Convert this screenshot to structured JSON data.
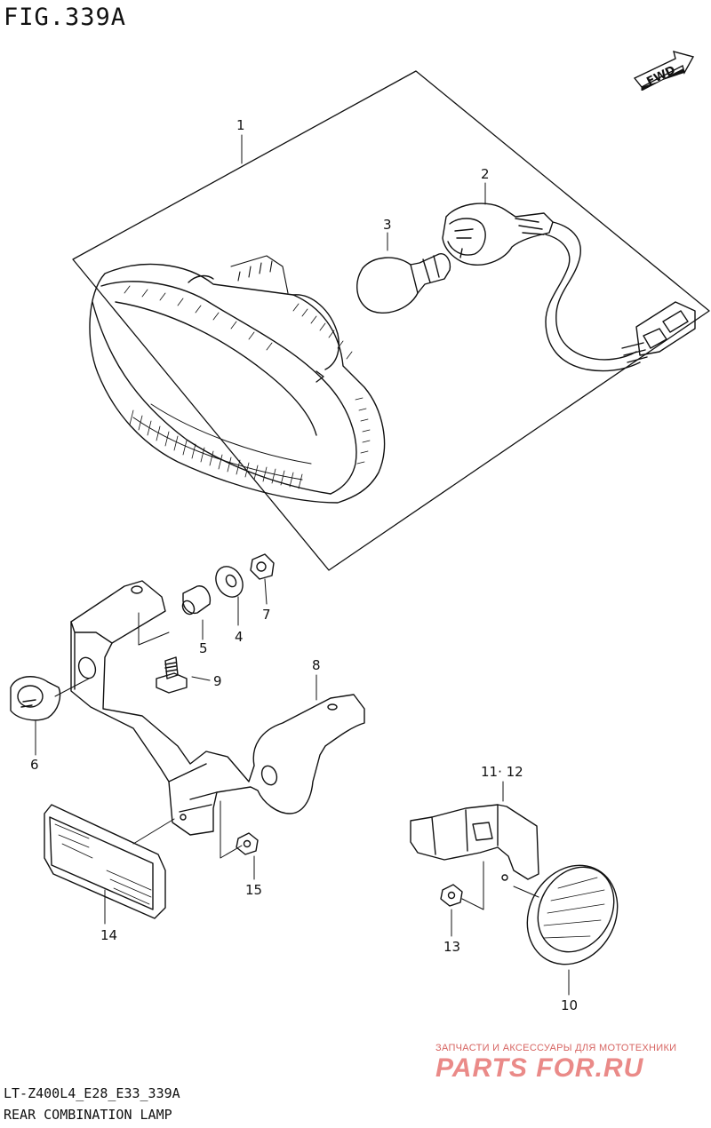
{
  "figure": {
    "title": "FIG.339A"
  },
  "fwd_label": "FWD",
  "callouts": {
    "p1": "1",
    "p2": "2",
    "p3": "3",
    "p4": "4",
    "p5": "5",
    "p6": "6",
    "p7": "7",
    "p8": "8",
    "p9": "9",
    "p10": "10",
    "p11_12": "11· 12",
    "p13": "13",
    "p14": "14",
    "p15": "15"
  },
  "watermark": {
    "tagline": "ЗАПЧАСТИ И АКСЕССУАРЫ ДЛЯ МОТОТЕХНИКИ",
    "logo": "PARTS FOR.RU"
  },
  "footer": {
    "model_code": "LT-Z400L4_E28_E33_339A",
    "caption": "REAR COMBINATION LAMP"
  }
}
